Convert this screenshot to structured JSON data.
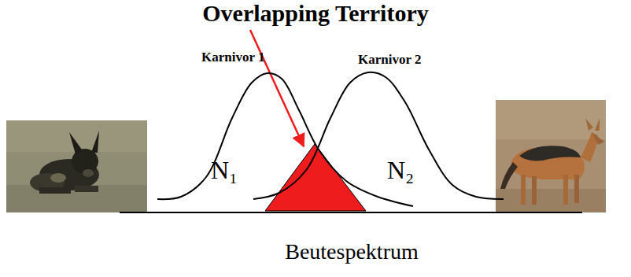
{
  "diagram": {
    "title": "Overlapping Territory",
    "nodes": [
      {
        "text": [
          "Karnivor 1",
          "N₁"
        ]
      },
      {
        "text": [
          "Karnivor 2",
          "N₂"
        ]
      }
    ],
    "labels": [
      "Beutespektrum"
    ]
  }
}
